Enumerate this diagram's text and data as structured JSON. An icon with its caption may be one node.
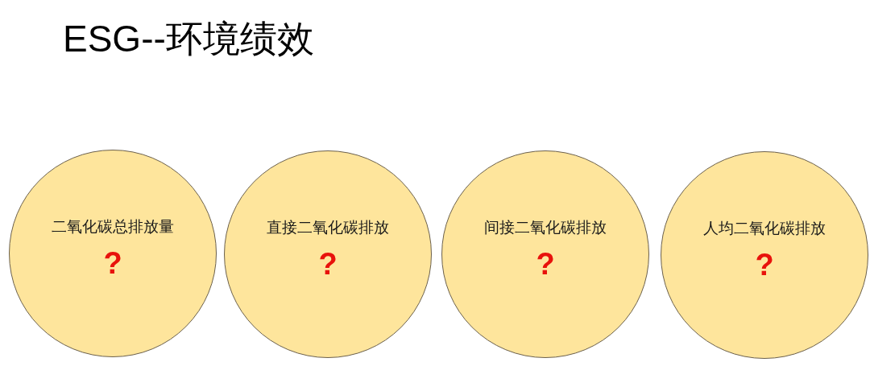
{
  "diagram": {
    "title": "ESG--环境绩效",
    "nodes": [
      {
        "text": [
          "二氧化碳总排放量",
          "?"
        ]
      },
      {
        "text": [
          "直接二氧化碳排放",
          "?"
        ]
      },
      {
        "text": [
          "间接二氧化碳排放",
          "?"
        ]
      },
      {
        "text": [
          "人均二氧化碳排放",
          "?"
        ]
      }
    ]
  }
}
